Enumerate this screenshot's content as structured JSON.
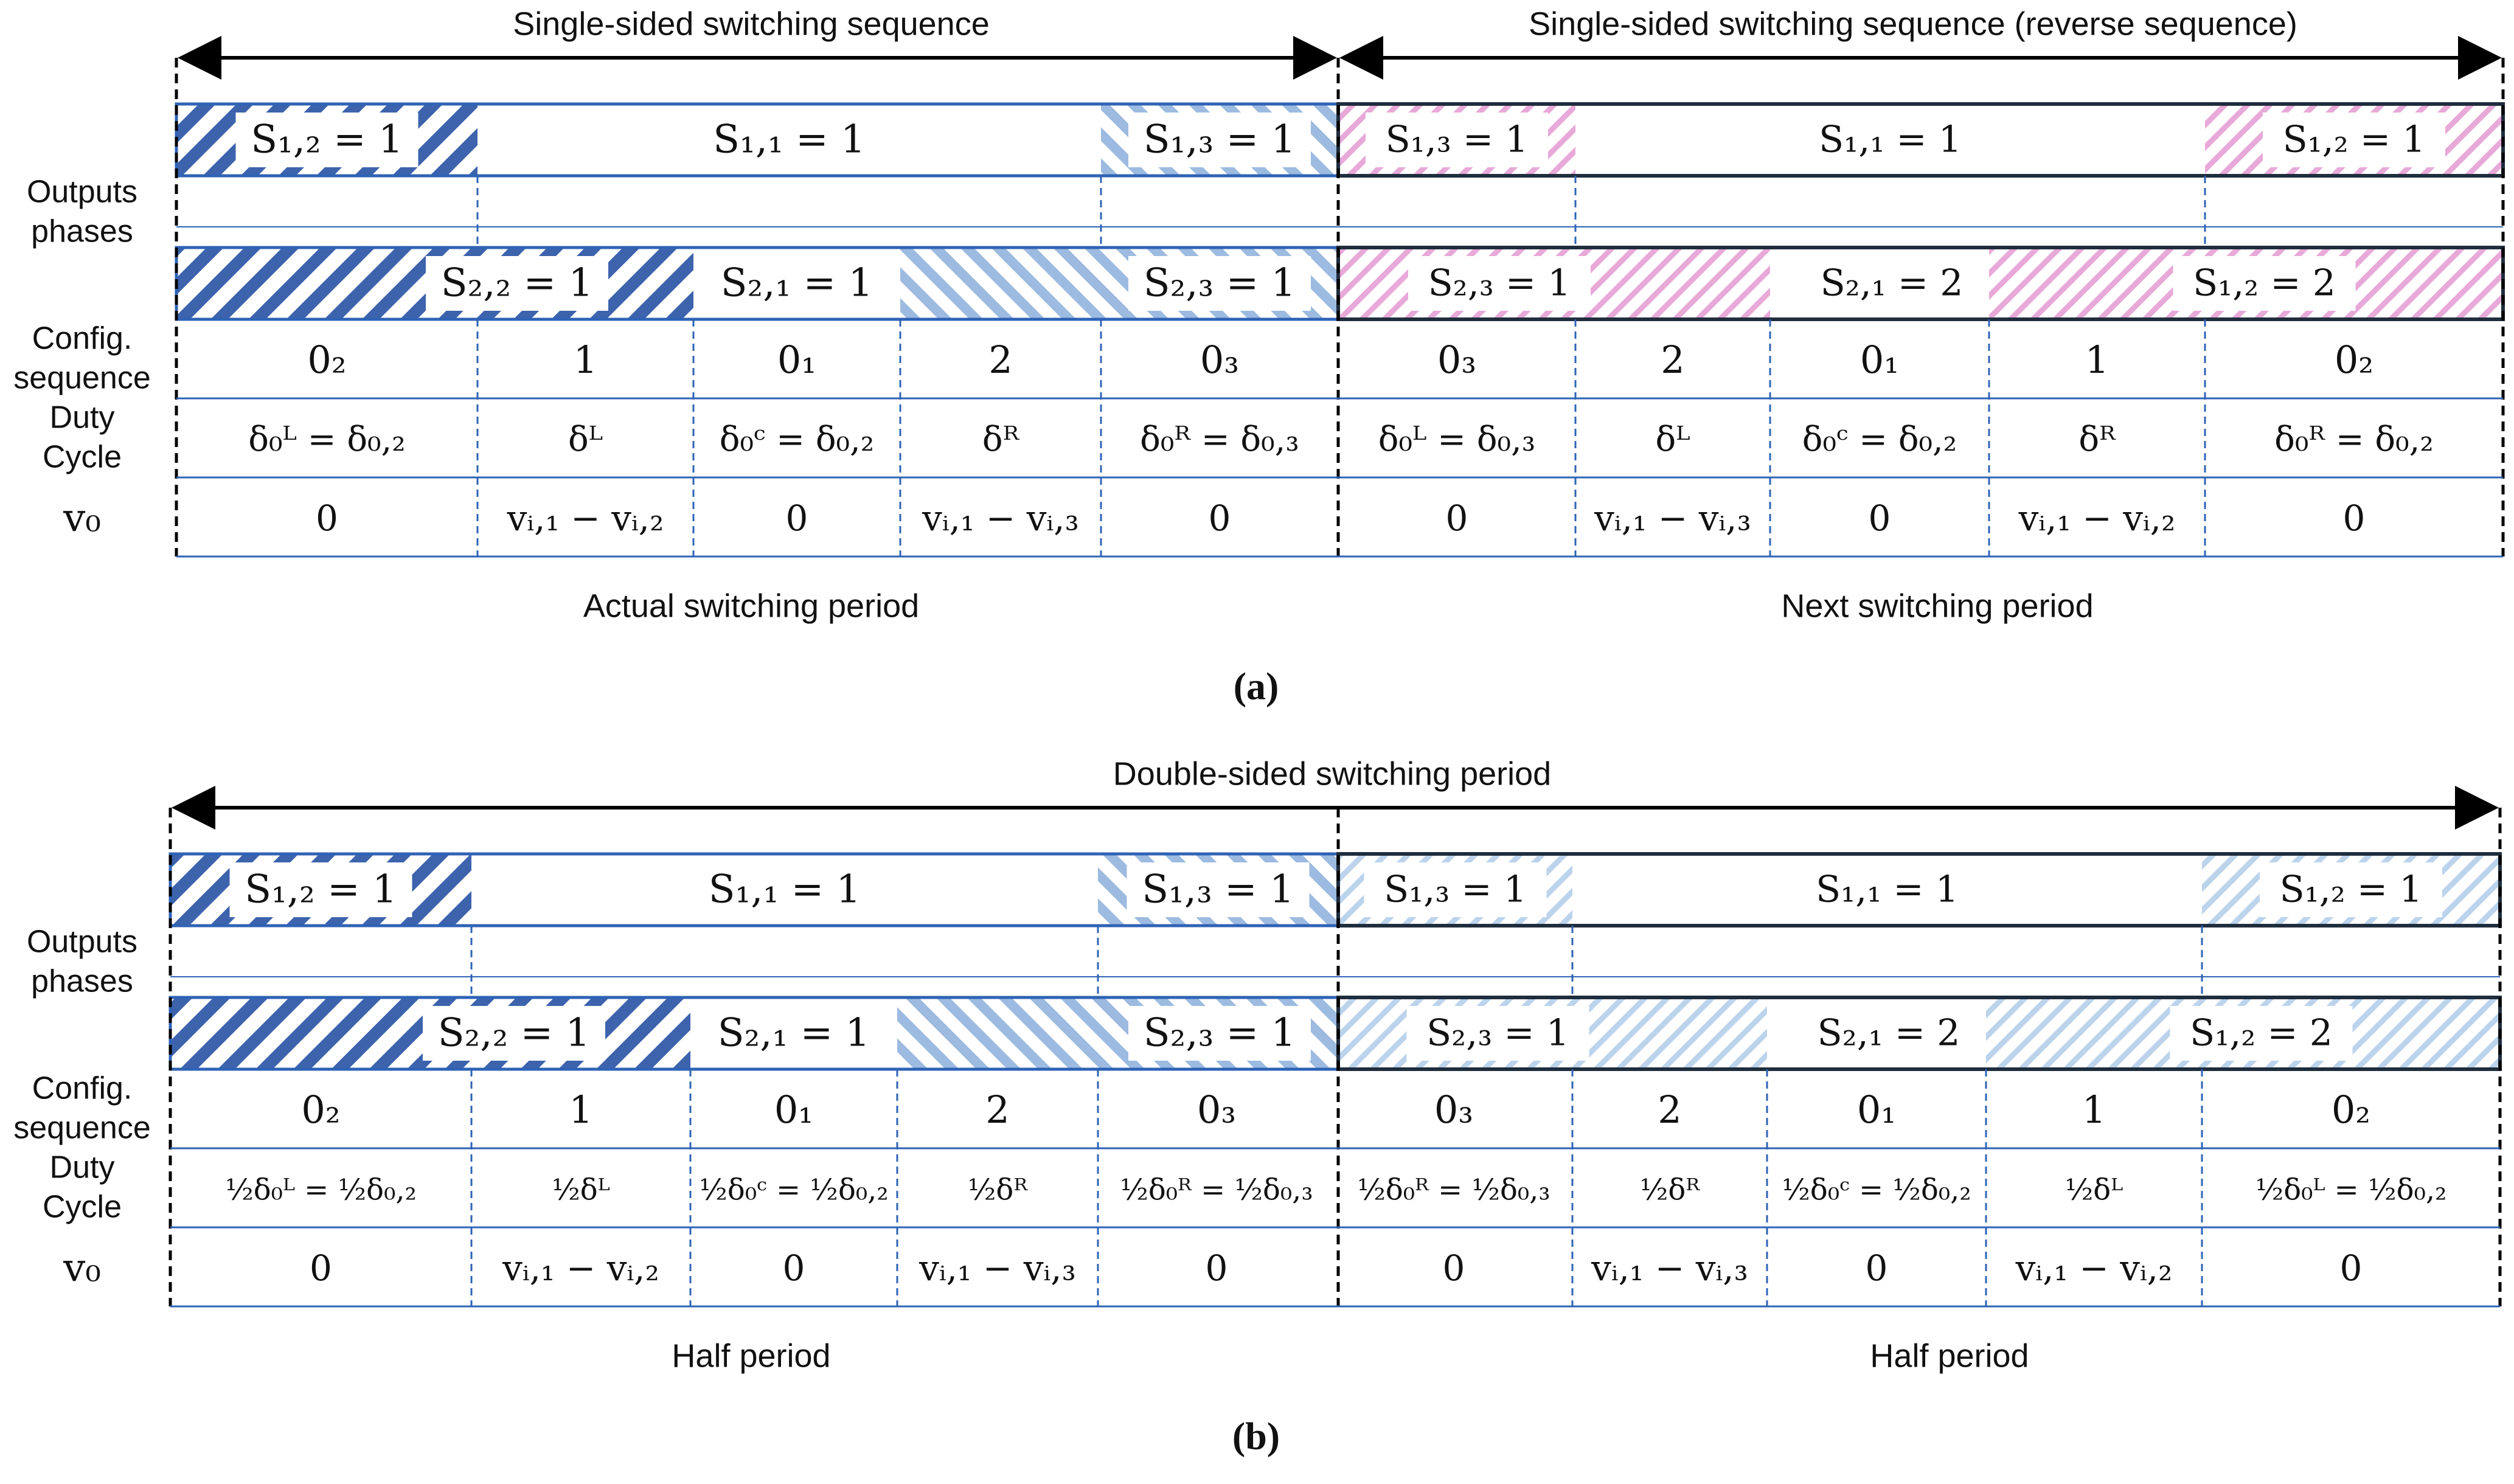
{
  "panel_a": {
    "caption": "(a)",
    "top_left_title": "Single-sided switching sequence",
    "top_right_title": "Single-sided switching sequence (reverse sequence)",
    "left_bottom": "Actual switching period",
    "right_bottom": "Next switching period",
    "hatch_style": "pink",
    "phase1": {
      "left": [
        "S₁,₂ = 1",
        "S₁,₁ = 1",
        "S₁,₃ = 1"
      ],
      "right": [
        "S₁,₃ = 1",
        "S₁,₁ = 1",
        "S₁,₂ = 1"
      ]
    },
    "phase2": {
      "left": [
        "S₂,₂ = 1",
        "S₂,₁ = 1",
        "S₂,₃ = 1"
      ],
      "right": [
        "S₂,₃ = 1",
        "S₂,₁ = 2",
        "S₁,₂ = 2"
      ]
    },
    "config": [
      "0₂",
      "1",
      "0₁",
      "2",
      "0₃",
      "0₃",
      "2",
      "0₁",
      "1",
      "0₂"
    ],
    "duty": [
      "δ₀ᴸ = δ₀,₂",
      "δᴸ",
      "δ₀ᶜ = δ₀,₂",
      "δᴿ",
      "δ₀ᴿ = δ₀,₃",
      "δ₀ᴸ = δ₀,₃",
      "δᴸ",
      "δ₀ᶜ = δ₀,₂",
      "δᴿ",
      "δ₀ᴿ = δ₀,₂"
    ],
    "v0": [
      "0",
      "vᵢ,₁ − vᵢ,₂",
      "0",
      "vᵢ,₁ − vᵢ,₃",
      "0",
      "0",
      "vᵢ,₁ − vᵢ,₃",
      "0",
      "vᵢ,₁ − vᵢ,₂",
      "0"
    ]
  },
  "panel_b": {
    "caption": "(b)",
    "top_title": "Double-sided switching period",
    "left_bottom": "Half period",
    "right_bottom": "Half period",
    "hatch_style": "lightblue",
    "phase1": {
      "left": [
        "S₁,₂ = 1",
        "S₁,₁ = 1",
        "S₁,₃ = 1"
      ],
      "right": [
        "S₁,₃ = 1",
        "S₁,₁ = 1",
        "S₁,₂ = 1"
      ]
    },
    "phase2": {
      "left": [
        "S₂,₂ = 1",
        "S₂,₁ = 1",
        "S₂,₃ = 1"
      ],
      "right": [
        "S₂,₃ = 1",
        "S₂,₁ = 2",
        "S₁,₂ = 2"
      ]
    },
    "config": [
      "0₂",
      "1",
      "0₁",
      "2",
      "0₃",
      "0₃",
      "2",
      "0₁",
      "1",
      "0₂"
    ],
    "duty": [
      "½δ₀ᴸ = ½δ₀,₂",
      "½δᴸ",
      "½δ₀ᶜ = ½δ₀,₂",
      "½δᴿ",
      "½δ₀ᴿ = ½δ₀,₃",
      "½δ₀ᴿ = ½δ₀,₃",
      "½δᴿ",
      "½δ₀ᶜ = ½δ₀,₂",
      "½δᴸ",
      "½δ₀ᴸ = ½δ₀,₂"
    ],
    "v0": [
      "0",
      "vᵢ,₁ − vᵢ,₂",
      "0",
      "vᵢ,₁ − vᵢ,₃",
      "0",
      "0",
      "vᵢ,₁ − vᵢ,₃",
      "0",
      "vᵢ,₁ − vᵢ,₂",
      "0"
    ]
  },
  "row_labels": {
    "outputs_line1": "Outputs",
    "outputs_line2": "phases",
    "config_line1": "Config.",
    "config_line2": "sequence",
    "duty_line1": "Duty",
    "duty_line2": "Cycle",
    "v0": "v₀"
  },
  "colors": {
    "dark_blue": "#3d63ad",
    "light_blue": "#9dbbe0",
    "pink": "#e8a9d9",
    "pale_blue": "#bcd3ec",
    "grid": "#2f63b5",
    "frame": "#1f2d3d"
  }
}
